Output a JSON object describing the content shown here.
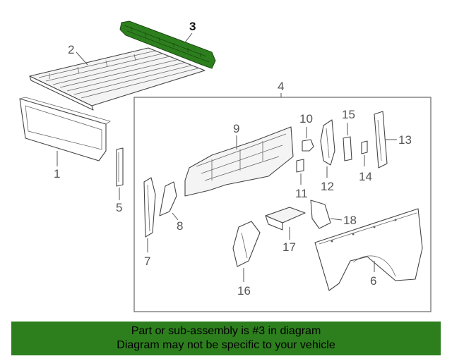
{
  "callouts": {
    "c1": "1",
    "c2": "2",
    "c3": "3",
    "c4": "4",
    "c5": "5",
    "c6": "6",
    "c7": "7",
    "c8": "8",
    "c9": "9",
    "c10": "10",
    "c11": "11",
    "c12": "12",
    "c13": "13",
    "c14": "14",
    "c15": "15",
    "c16": "16",
    "c17": "17",
    "c18": "18"
  },
  "highlight": {
    "part_number": "3",
    "color": "#2d7f1e"
  },
  "banner": {
    "line1": "Part or sub-assembly is #3 in diagram",
    "line2": "Diagram may not be specific to your vehicle"
  }
}
